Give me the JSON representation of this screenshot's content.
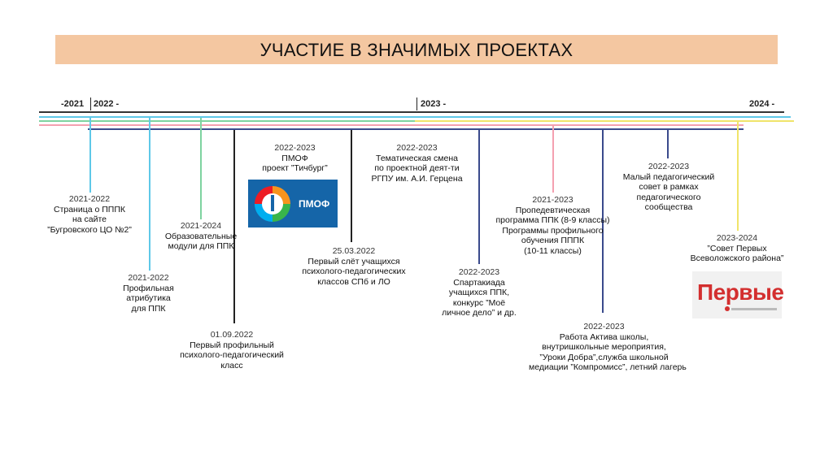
{
  "title": "УЧАСТИЕ В ЗНАЧИМЫХ ПРОЕКТАХ",
  "years": [
    "-2021",
    "2022 -",
    "2023 -",
    "2024 -"
  ],
  "colors": {
    "title_bg": "#f4c7a1",
    "line_lightblue": "#5ec8e8",
    "line_yellow": "#f0e46a",
    "line_green": "#7ed3a0",
    "line_navy": "#3a4a8c",
    "line_pink": "#f4a0b0"
  },
  "events": [
    {
      "date": "2021-2022",
      "lines": [
        "Страница о ПППК",
        "на сайте",
        "”Бугровского ЦО №2”"
      ]
    },
    {
      "date": "2021-2022",
      "lines": [
        "Профильная",
        "атрибутика",
        "для ППК"
      ]
    },
    {
      "date": "2021-2024",
      "lines": [
        "Образовательные",
        "модули для ППК"
      ]
    },
    {
      "date": "01.09.2022",
      "lines": [
        "Первый профильный",
        "психолого-педагогический",
        "класс"
      ]
    },
    {
      "date": "2022-2023",
      "lines": [
        "ПМОФ",
        "проект ”Тичбург”"
      ]
    },
    {
      "date": "25.03.2022",
      "lines": [
        "Первый слёт учащихся",
        "психолого-педагогических",
        "классов СПб и ЛО"
      ]
    },
    {
      "date": "2022-2023",
      "lines": [
        "Тематическая смена",
        "по проектной деят-ти",
        "РГПУ им. А.И. Герцена"
      ]
    },
    {
      "date": "2022-2023",
      "lines": [
        "Спартакиада",
        "учащихся ППК,",
        "конкурс ”Моё",
        "личное дело” и др."
      ]
    },
    {
      "date": "2021-2023",
      "lines": [
        "Пропедевтическая",
        "программа ППК (8-9 классы)",
        "Программы профильного",
        "обучения ПППК",
        "(10-11 классы)"
      ]
    },
    {
      "date": "2022-2023",
      "lines": [
        "Работа Актива школы,",
        "внутришкольные мероприятия,",
        "”Уроки Добра”,служба школьной",
        "медиации ”Компромисс”, летний лагерь"
      ]
    },
    {
      "date": "2022-2023",
      "lines": [
        "Малый педагогический",
        "совет в рамках",
        "педагогического",
        "сообщества"
      ]
    },
    {
      "date": "2023-2024",
      "lines": [
        "”Совет Первых",
        "Всеволожского района”"
      ]
    }
  ],
  "logos": {
    "pmof": {
      "text": "ПМОФ",
      "icon": "pmof-logo-icon"
    },
    "pervye": {
      "text": "Первые",
      "icon": "pervye-logo-icon"
    }
  }
}
